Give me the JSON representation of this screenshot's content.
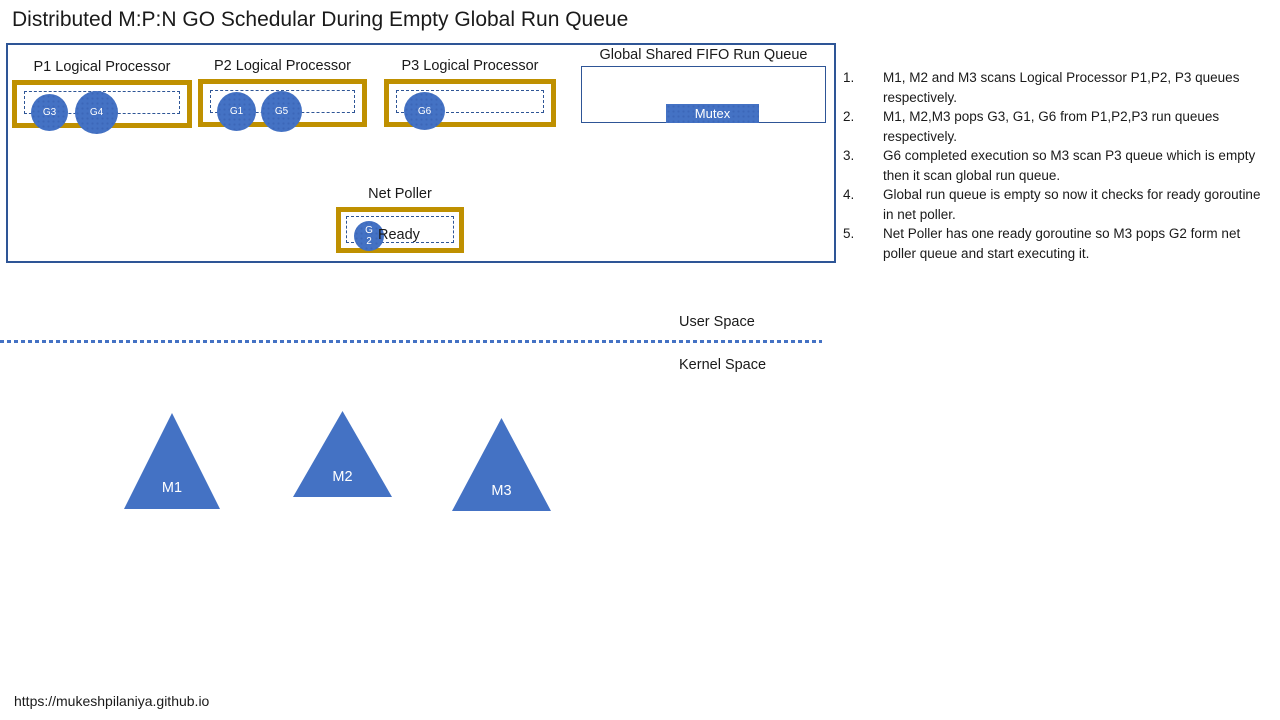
{
  "slide": {
    "title": "Distributed M:P:N GO Schedular During Empty Global Run Queue",
    "footer_url": "https://mukeshpilaniya.github.io"
  },
  "colors": {
    "container_border": "#2E5596",
    "processor_border": "#BF9000",
    "goroutine_fill": "#4472C4",
    "thread_fill": "#4472C4",
    "divider": "#4472C4",
    "text": "#1A1A1A"
  },
  "processors": [
    {
      "caption": "P1 Logical Processor",
      "goroutines": [
        {
          "label": "G3"
        },
        {
          "label": "G4"
        }
      ]
    },
    {
      "caption": "P2 Logical Processor",
      "goroutines": [
        {
          "label": "G1"
        },
        {
          "label": "G5"
        }
      ]
    },
    {
      "caption": "P3 Logical Processor",
      "goroutines": [
        {
          "label": "G6"
        }
      ]
    }
  ],
  "global_queue": {
    "caption": "Global Shared FIFO Run Queue",
    "mutex_label": "Mutex",
    "goroutines": []
  },
  "net_poller": {
    "caption": "Net Poller",
    "goroutine_line1": "G",
    "goroutine_line2": "2",
    "status_label": "Ready"
  },
  "space_labels": {
    "user": "User Space",
    "kernel": "Kernel Space"
  },
  "threads": [
    {
      "label": "M1"
    },
    {
      "label": "M2"
    },
    {
      "label": "M3"
    }
  ],
  "steps": [
    {
      "num": "1.",
      "text": "M1, M2 and M3 scans Logical Processor P1,P2, P3 queues respectively."
    },
    {
      "num": "2.",
      "text": "M1, M2,M3 pops G3, G1, G6  from P1,P2,P3 run queues respectively."
    },
    {
      "num": "3.",
      "text": "G6 completed execution so M3 scan P3 queue which is empty then it scan global run queue."
    },
    {
      "num": "4.",
      "text": "Global run queue is empty so now it checks for ready goroutine in net poller."
    },
    {
      "num": "5.",
      "text": "Net Poller has one ready goroutine so M3 pops G2 form net poller queue and start executing it."
    }
  ]
}
